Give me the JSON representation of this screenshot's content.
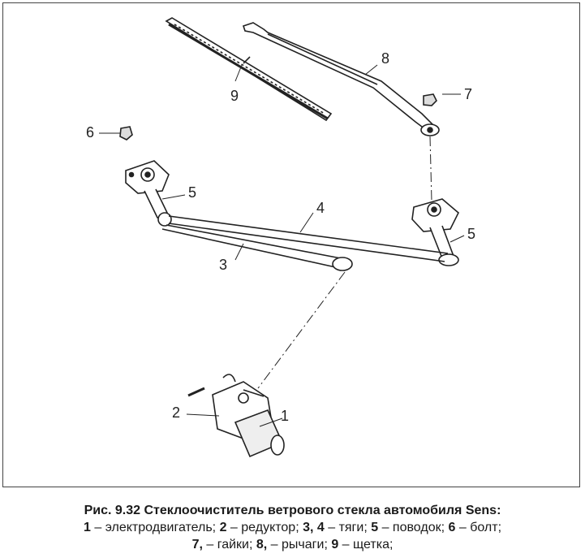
{
  "figure": {
    "labels": {
      "l1": "1",
      "l2": "2",
      "l3": "3",
      "l4": "4",
      "l5a": "5",
      "l5b": "5",
      "l6": "6",
      "l7": "7",
      "l8": "8",
      "l9": "9"
    },
    "caption": {
      "title": "Рис. 9.32 Стеклоочиститель ветрового стекла автомобиля Sens:",
      "items": [
        {
          "num": "1",
          "sep": " – ",
          "text": "электродвигатель; "
        },
        {
          "num": "2",
          "sep": " – ",
          "text": "редуктор; "
        },
        {
          "num": "3, 4",
          "sep": " – ",
          "text": "тяги; "
        },
        {
          "num": "5",
          "sep": " – ",
          "text": "поводок; "
        },
        {
          "num": "6",
          "sep": " – ",
          "text": "болт;"
        },
        {
          "num": "7,",
          "sep": " – ",
          "text": "гайки; "
        },
        {
          "num": "8,",
          "sep": " – ",
          "text": "рычаги; "
        },
        {
          "num": "9",
          "sep": " – ",
          "text": "щетка;"
        }
      ]
    }
  }
}
